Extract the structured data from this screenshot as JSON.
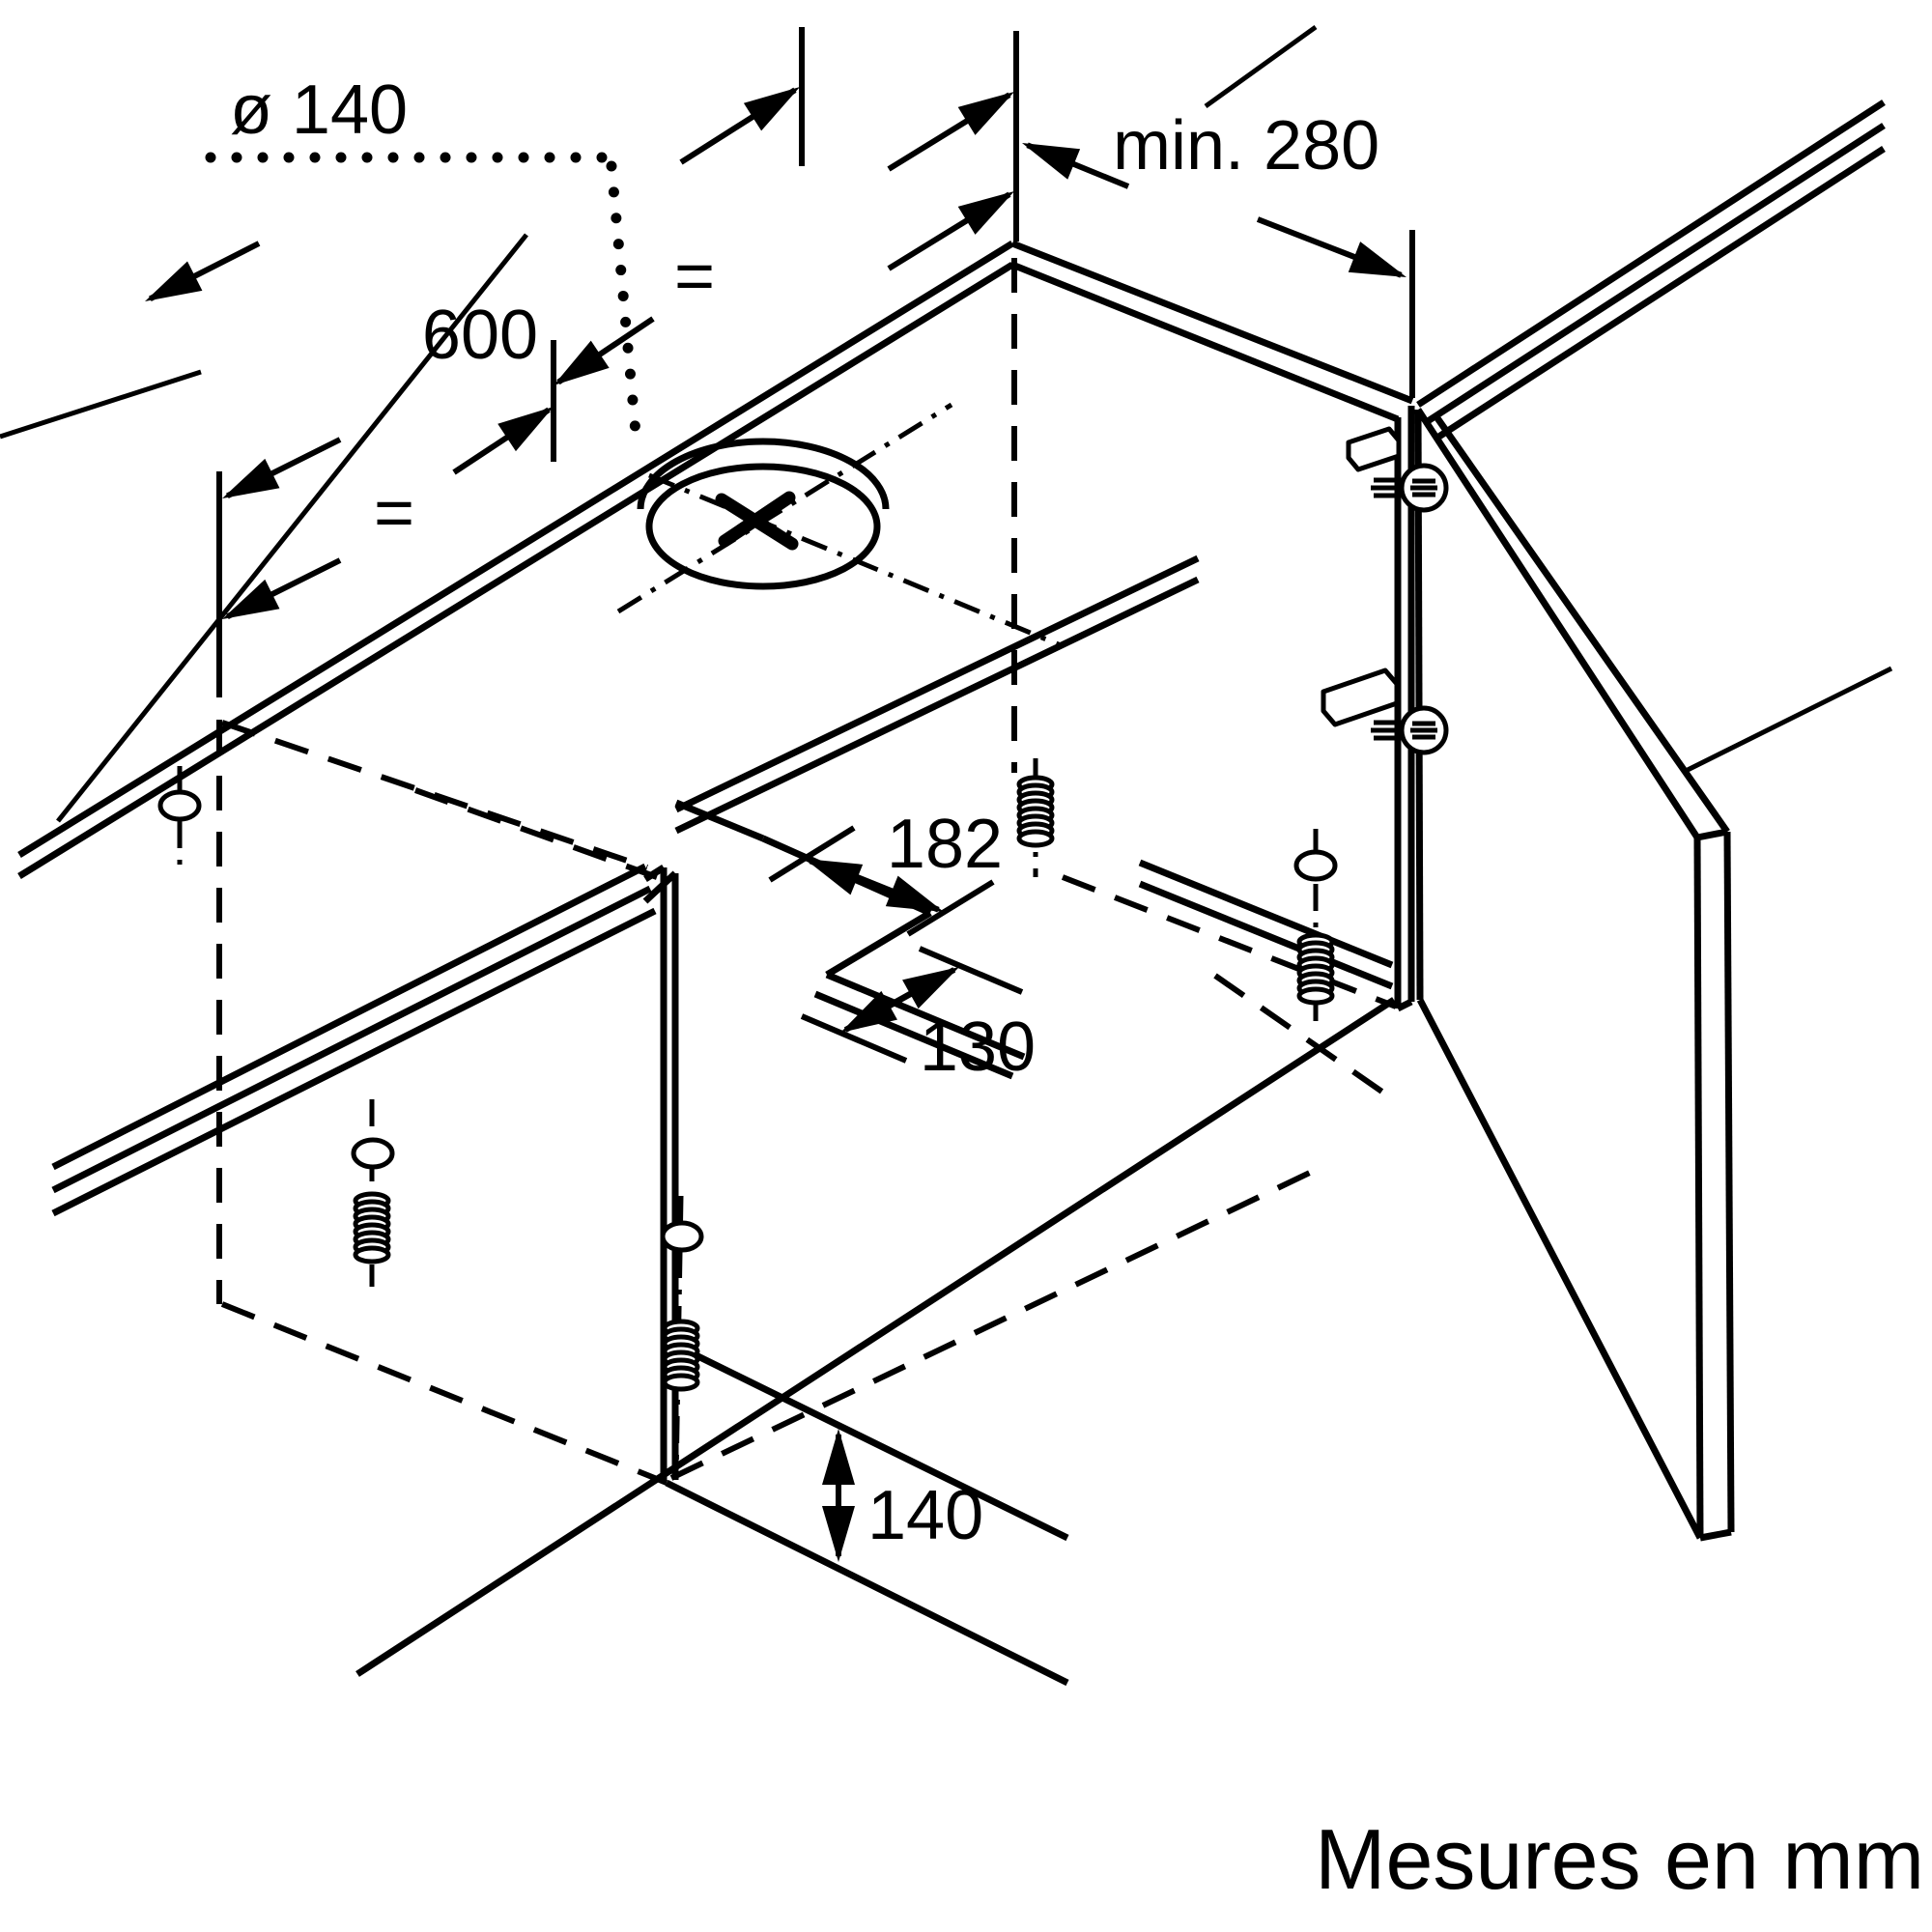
{
  "meta": {
    "background_color": "#ffffff",
    "line_color": "#000000",
    "diagram_type": "appliance installation dimension drawing"
  },
  "labels": {
    "hole_diameter": "ø 140",
    "min_depth": "min. 280",
    "cabinet_width": "600",
    "equal_top": "=",
    "equal_left": "=",
    "notch_depth": "182",
    "notch_width": "130",
    "front_panel_height": "140",
    "units_note": "Mesures en mm"
  }
}
